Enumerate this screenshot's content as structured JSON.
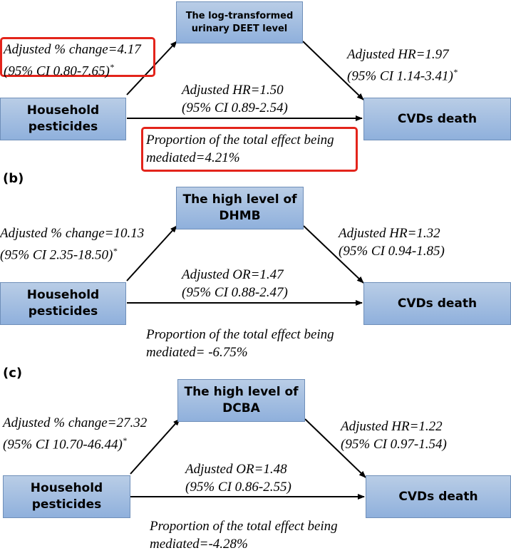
{
  "panels": [
    {
      "label": "",
      "mediator": [
        "The log-transformed",
        "urinary DEET level"
      ],
      "exposure": [
        "Household",
        "pesticides"
      ],
      "outcome": "CVDs death",
      "path_a": [
        "Adjusted % change=4.17",
        "(95% CI 0.80-7.65)",
        "*"
      ],
      "path_b": [
        "Adjusted HR=1.97",
        "(95% CI 1.14-3.41)",
        "*"
      ],
      "direct": [
        "Adjusted HR=1.50",
        "(95% CI 0.89-2.54)"
      ],
      "proportion": [
        "Proportion of the total effect being",
        "mediated=4.21%"
      ]
    },
    {
      "label": "(b)",
      "mediator": [
        "The high level of",
        "DHMB"
      ],
      "exposure": [
        "Household",
        "pesticides"
      ],
      "outcome": "CVDs death",
      "path_a": [
        "Adjusted % change=10.13",
        "(95% CI 2.35-18.50)",
        "*"
      ],
      "path_b": [
        "Adjusted HR=1.32",
        "(95% CI 0.94-1.85)",
        ""
      ],
      "direct": [
        "Adjusted OR=1.47",
        "(95% CI 0.88-2.47)"
      ],
      "proportion": [
        "Proportion of the total effect being",
        "mediated= -6.75%"
      ]
    },
    {
      "label": "(c)",
      "mediator": [
        "The high level of",
        "DCBA"
      ],
      "exposure": [
        "Household",
        "pesticides"
      ],
      "outcome": "CVDs death",
      "path_a": [
        "Adjusted % change=27.32",
        "(95% CI 10.70-46.44)",
        "*"
      ],
      "path_b": [
        "Adjusted HR=1.22",
        "(95% CI 0.97-1.54)",
        ""
      ],
      "direct": [
        "Adjusted OR=1.48",
        "(95% CI 0.86-2.55)"
      ],
      "proportion": [
        "Proportion of the total effect being",
        "mediated=-4.28%"
      ]
    }
  ],
  "colors": {
    "box_fill": "#9ab8e0",
    "highlight": "#e3241b",
    "arrow": "#000000"
  }
}
